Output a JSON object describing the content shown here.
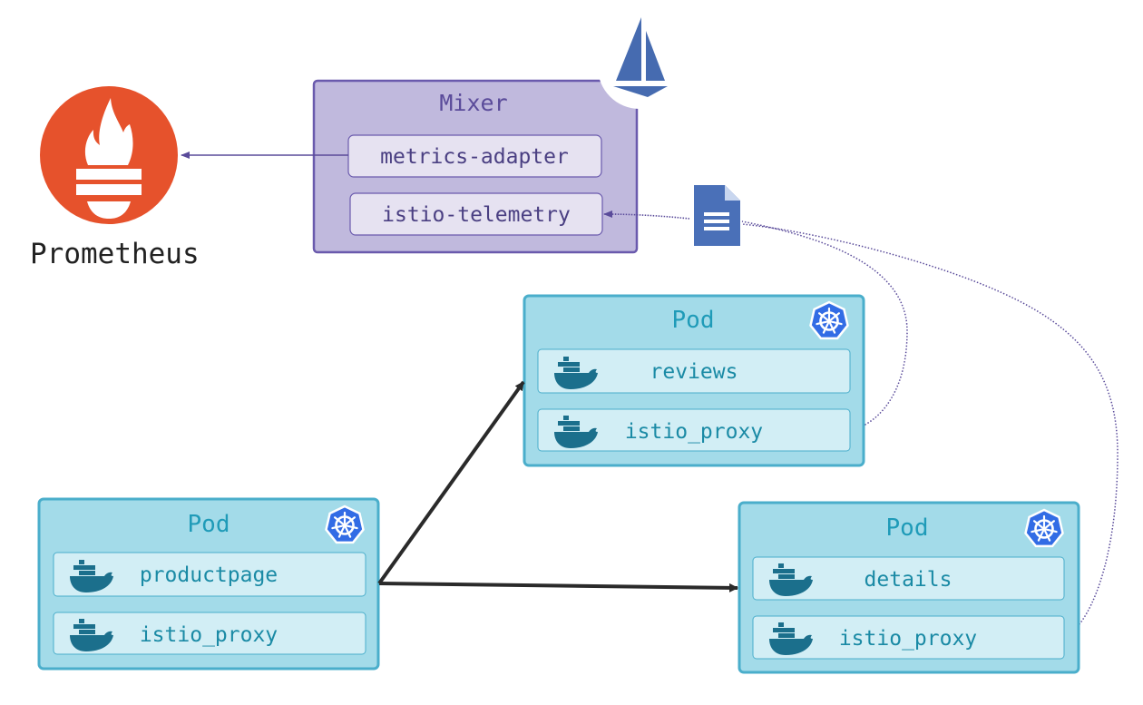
{
  "prometheus": {
    "label": "Prometheus",
    "color": "#e6522c"
  },
  "mixer": {
    "title": "Mixer",
    "adapters": [
      "metrics-adapter",
      "istio-telemetry"
    ],
    "fill": "#c0b9dd",
    "border": "#6a5aad"
  },
  "pods": [
    {
      "title": "Pod",
      "containers": [
        "productpage",
        "istio_proxy"
      ]
    },
    {
      "title": "Pod",
      "containers": [
        "reviews",
        "istio_proxy"
      ]
    },
    {
      "title": "Pod",
      "containers": [
        "details",
        "istio_proxy"
      ]
    }
  ],
  "colors": {
    "pod_fill": "#a3dbe9",
    "pod_border": "#4aaecb",
    "container_fill": "#d2eef5",
    "docker": "#1b6f8c",
    "kubernetes": "#326ce5",
    "istio": "#466bb0",
    "arrow_dark": "#2a2a2a",
    "arrow_purple": "#5a4b9a"
  },
  "icons": [
    "prometheus-logo",
    "istio-logo",
    "document-icon",
    "kubernetes-icon",
    "docker-icon"
  ]
}
